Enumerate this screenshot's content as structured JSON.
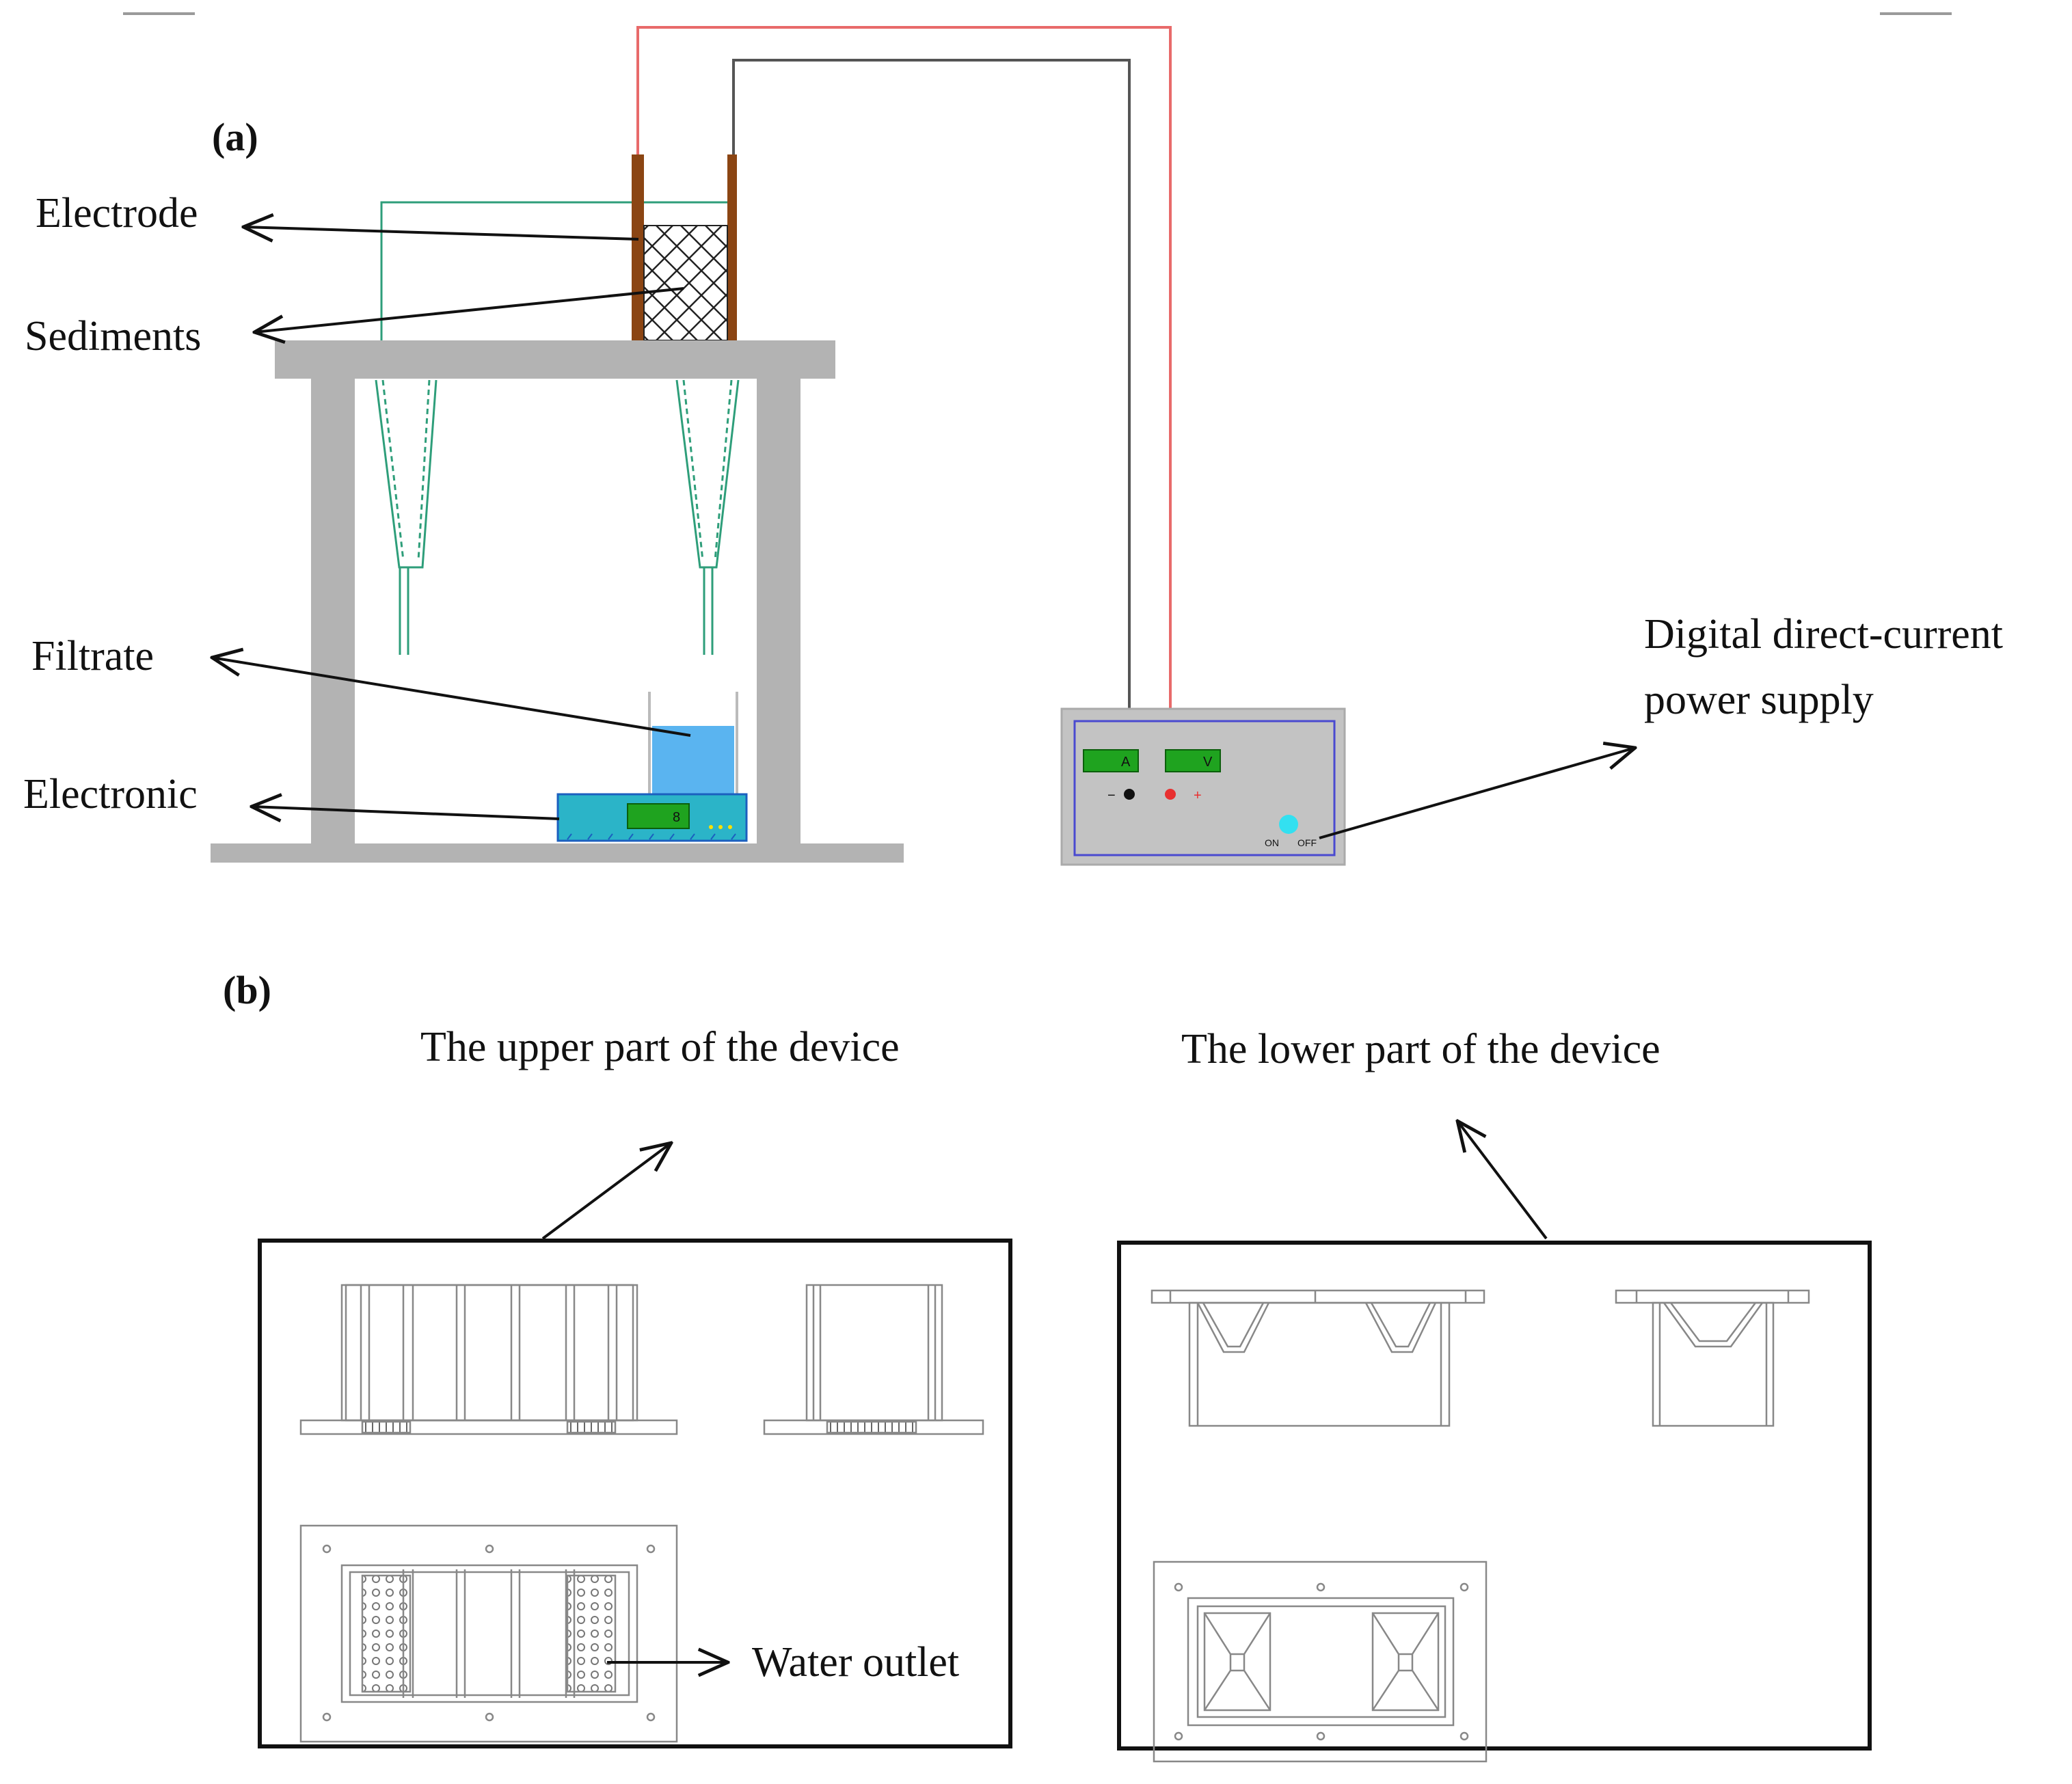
{
  "panels": {
    "a": "(a)",
    "b": "(b)"
  },
  "labels": {
    "electrode": "Electrode",
    "sediments": "Sediments",
    "filtrate": "Filtrate",
    "electronic": "Electronic",
    "power_supply_line1": "Digital direct-current",
    "power_supply_line2": "power supply",
    "upper_part": "The upper part of the device",
    "lower_part": "The lower part of the device",
    "water_outlet": "Water outlet"
  },
  "power_supply": {
    "ammeter": "A",
    "voltmeter": "V",
    "minus": "−",
    "plus": "+",
    "on": "ON",
    "off": "OFF"
  },
  "balance": {
    "display": "8"
  },
  "colors": {
    "stand": "#b3b3b3",
    "electrode": "#8b4513",
    "funnel": "#2e9e7a",
    "filtrate": "#5ab4f0",
    "balance": "#2bb4c8",
    "display": "#1fa31f",
    "wire_positive": "#e86a6a",
    "wire_negative": "#555555",
    "knob": "#33e0f0",
    "box_border": "#4a4ad0"
  }
}
